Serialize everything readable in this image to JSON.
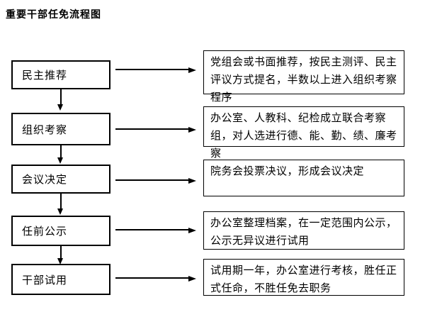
{
  "page": {
    "title": "重要干部任免流程图",
    "background_color": "#ffffff",
    "line_color": "#000000",
    "text_color": "#000000"
  },
  "chart_data": {
    "type": "table",
    "title": "重要干部任免流程图",
    "flow_direction": "top-to-bottom",
    "steps": [
      {
        "label": "民主推荐",
        "detail": "党组会或书面推荐，按民主测评、民主评议方式提名，半数以上进入组织考察程序"
      },
      {
        "label": "组织考察",
        "detail": "办公室、人教科、纪检成立联合考察组，对人选进行德、能、勤、绩、廉考察"
      },
      {
        "label": "会议决定",
        "detail": "院务会投票决议，形成会议决定"
      },
      {
        "label": "任前公示",
        "detail": "办公室整理档案，在一定范围内公示，公示无异议进行试用"
      },
      {
        "label": "干部试用",
        "detail": "试用期一年，办公室进行考核，胜任正式任命，不胜任免去职务"
      }
    ]
  },
  "flow": {
    "steps": [
      {
        "label": "民主推荐",
        "detail": "党组会或书面推荐，按民主测评、民主评议方式提名，半数以上进入组织考察程序"
      },
      {
        "label": "组织考察",
        "detail": "办公室、人教科、纪检成立联合考察组，对人选进行德、能、勤、绩、廉考察"
      },
      {
        "label": "会议决定",
        "detail": "院务会投票决议，形成会议决定"
      },
      {
        "label": "任前公示",
        "detail": "办公室整理档案，在一定范围内公示，公示无异议进行试用"
      },
      {
        "label": "干部试用",
        "detail": "试用期一年，办公室进行考核，胜任正式任命，不胜任免去职务"
      }
    ]
  }
}
